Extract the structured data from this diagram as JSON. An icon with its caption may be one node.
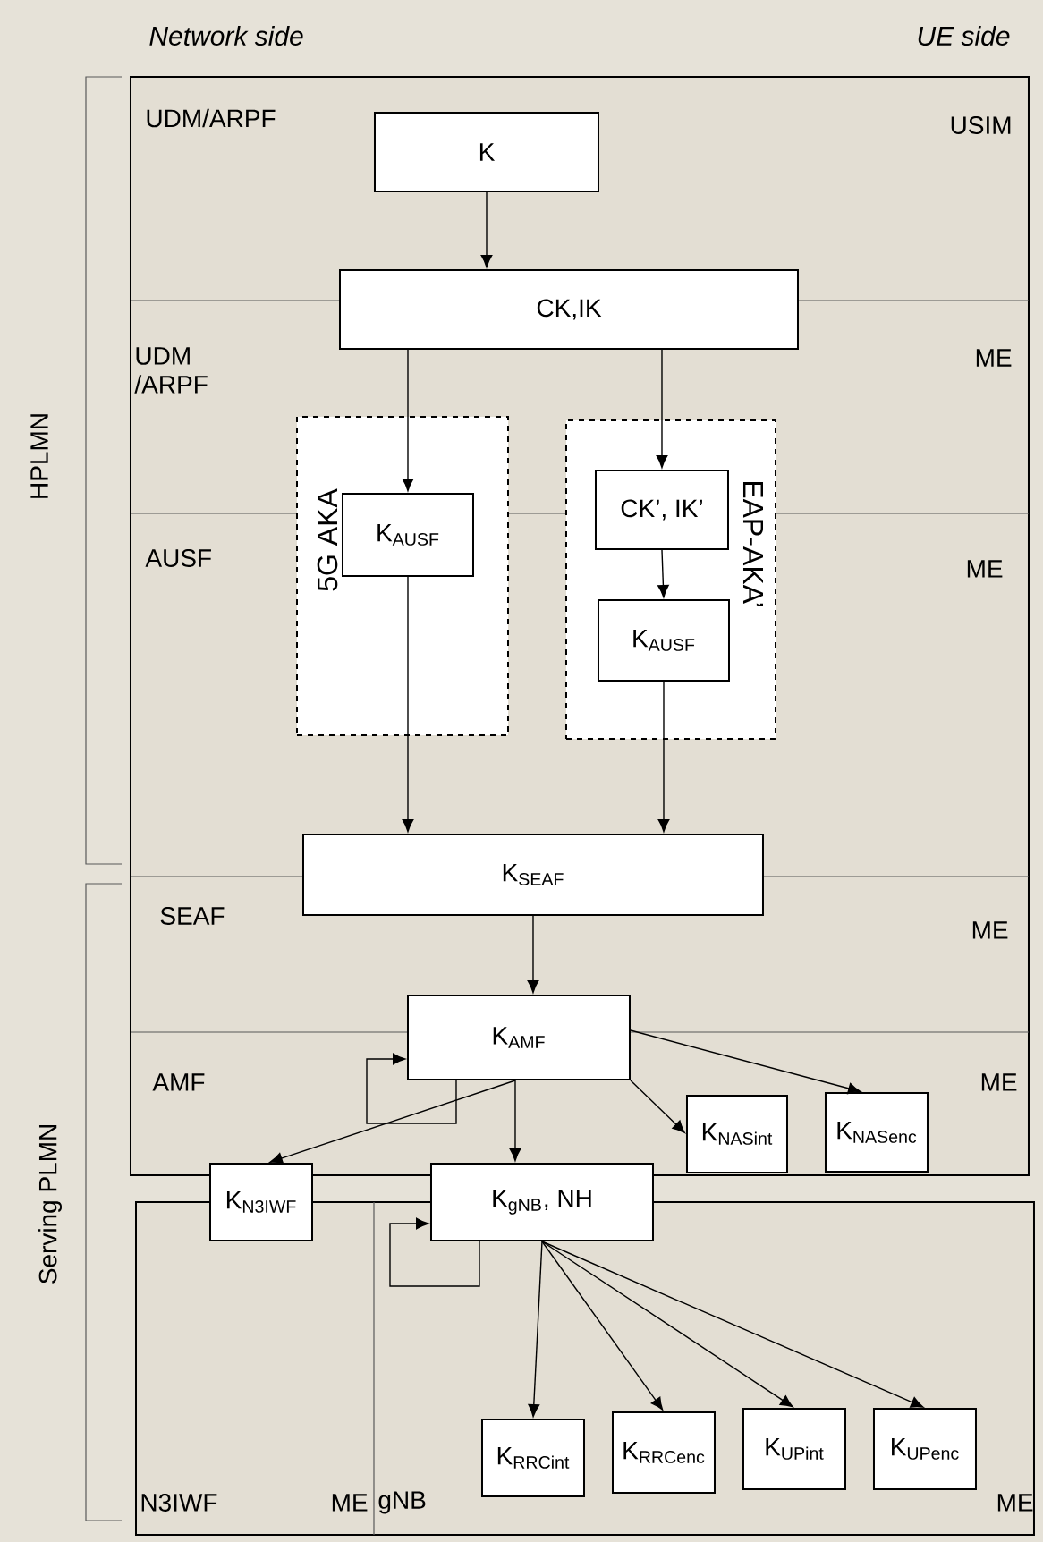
{
  "diagram": {
    "nodes": [
      {
        "text": [
          "K"
        ]
      },
      {
        "text": [
          "CK,IK"
        ]
      },
      {
        "text": [
          "5G AKA"
        ]
      },
      {
        "text": [
          "K$_{AUSF}$"
        ],
        "in": 2
      },
      {
        "text": [
          "EAP-AKA’"
        ]
      },
      {
        "text": [
          "CK’, IK’"
        ],
        "in": 4
      },
      {
        "text": [
          "K$_{AUSF}$"
        ],
        "in": 4
      },
      {
        "text": [
          "K$_{SEAF}$"
        ]
      },
      {
        "text": [
          "K$_{AMF}$"
        ]
      },
      {
        "text": [
          "K$_{NASint}$"
        ]
      },
      {
        "text": [
          "K$_{NASenc}$"
        ]
      },
      {
        "text": [
          "K$_{N3IWF}$"
        ]
      },
      {
        "text": [
          "K$_{gNB}$, NH"
        ]
      },
      {
        "text": [
          "K$_{RRCint}$"
        ]
      },
      {
        "text": [
          "K$_{RRCenc}$"
        ]
      },
      {
        "text": [
          "K$_{UPint}$"
        ]
      },
      {
        "text": [
          "K$_{UPenc}$"
        ]
      }
    ],
    "edges": [
      {
        "from": 0,
        "to": 1,
        "arrow": "to"
      },
      {
        "from": 1,
        "to": 3,
        "arrow": "to"
      },
      {
        "from": 1,
        "to": 5,
        "arrow": "to"
      },
      {
        "from": 5,
        "to": 6,
        "arrow": "to"
      },
      {
        "from": 3,
        "to": 7,
        "arrow": "to"
      },
      {
        "from": 6,
        "to": 7,
        "arrow": "to"
      },
      {
        "from": 7,
        "to": 8,
        "arrow": "to"
      },
      {
        "from": 8,
        "to": 8,
        "arrow": "to"
      },
      {
        "from": 8,
        "to": 11,
        "arrow": "to"
      },
      {
        "from": 8,
        "to": 12,
        "arrow": "to"
      },
      {
        "from": 8,
        "to": 9,
        "arrow": "to"
      },
      {
        "from": 8,
        "to": 10,
        "arrow": "to"
      },
      {
        "from": 12,
        "to": 12,
        "arrow": "to"
      },
      {
        "from": 12,
        "to": 13,
        "arrow": "to"
      },
      {
        "from": 12,
        "to": 14,
        "arrow": "to"
      },
      {
        "from": 12,
        "to": 15,
        "arrow": "to"
      },
      {
        "from": 12,
        "to": 16,
        "arrow": "to"
      }
    ],
    "labels": [
      "Network side",
      "UE side",
      "HPLMN",
      "UDM/ARPF",
      "USIM",
      "UDM /ARPF",
      "ME",
      "AUSF",
      "ME",
      "Serving PLMN",
      "SEAF",
      "ME",
      "AMF",
      "ME",
      "N3IWF",
      "ME",
      "gNB",
      "ME"
    ]
  }
}
